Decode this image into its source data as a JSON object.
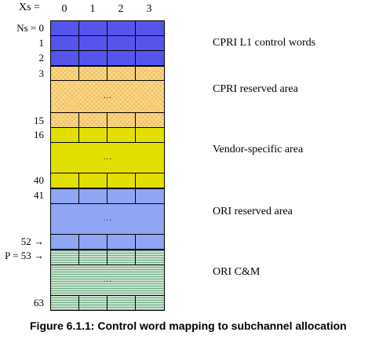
{
  "header": {
    "xs_label": "Xs =",
    "columns": [
      "0",
      "1",
      "2",
      "3"
    ]
  },
  "rows": {
    "ns_0": "Ns =  0",
    "r1": "1",
    "r2": "2",
    "r3": "3",
    "r15": "15",
    "r16": "16",
    "r40": "40",
    "r41": "41",
    "r52": "52 →",
    "r53": "P = 53 →",
    "r63": "63"
  },
  "ellipsis": "…",
  "areas": {
    "cpri_l1": "CPRI L1 control words",
    "cpri_reserved": "CPRI reserved area",
    "vendor": "Vendor-specific area",
    "ori_reserved": "ORI reserved area",
    "ori_cm": "ORI C&M"
  },
  "caption": "Figure 6.1.1: Control word mapping to subchannel allocation",
  "colors": {
    "cpri_l1": "#5555ee",
    "cpri_reserved": "#fbd98a",
    "vendor": "#e3e000",
    "ori_reserved": "#8fa6f5",
    "ori_cm": "#c9e3cf"
  }
}
